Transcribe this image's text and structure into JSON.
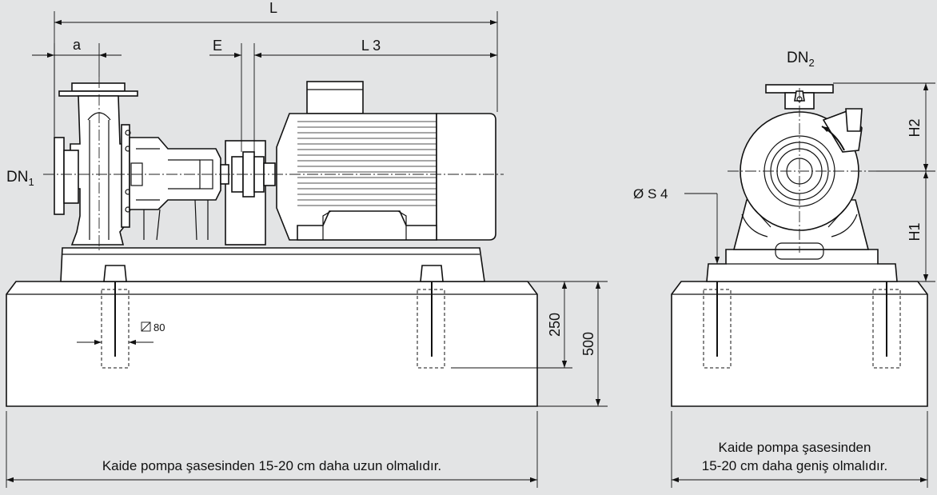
{
  "labels": {
    "L": "L",
    "a": "a",
    "E": "E",
    "L3": "L 3",
    "DN1_main": "DN",
    "DN1_sub": "1",
    "DN2_main": "DN",
    "DN2_sub": "2",
    "H1": "H1",
    "H2": "H2",
    "S4": "Ø S 4",
    "square80": "80",
    "dim250": "250",
    "dim500": "500"
  },
  "notes": {
    "side": "Kaide pompa şasesinden 15-20 cm daha uzun olmalıdır.",
    "front_line1": "Kaide pompa şasesinden",
    "front_line2": "15-20 cm daha geniş olmalıdır."
  }
}
